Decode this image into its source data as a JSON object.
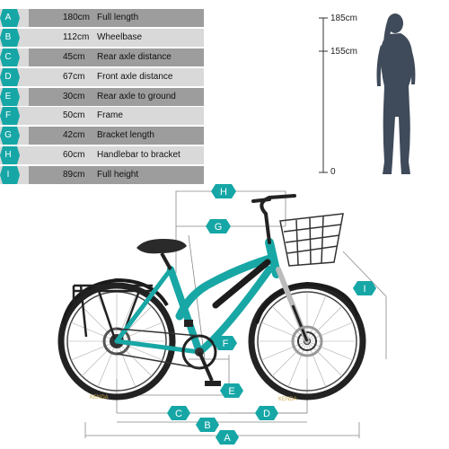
{
  "specs": [
    {
      "letter": "A",
      "value": "180cm",
      "label": "Full length"
    },
    {
      "letter": "B",
      "value": "112cm",
      "label": "Wheelbase"
    },
    {
      "letter": "C",
      "value": "45cm",
      "label": "Rear axle distance"
    },
    {
      "letter": "D",
      "value": "67cm",
      "label": "Front axle distance"
    },
    {
      "letter": "E",
      "value": "30cm",
      "label": "Rear axle to ground"
    },
    {
      "letter": "F",
      "value": "50cm",
      "label": "Frame"
    },
    {
      "letter": "G",
      "value": "42cm",
      "label": "Bracket length"
    },
    {
      "letter": "H",
      "value": "60cm",
      "label": "Handlebar to bracket"
    },
    {
      "letter": "I",
      "value": "89cm",
      "label": "Full height"
    }
  ],
  "height_scale": {
    "top": "185cm",
    "mid": "155cm",
    "bottom": "0"
  },
  "bike": {
    "brand_text": "KENDA"
  },
  "colors": {
    "table_dark": "#9d9d9d",
    "table_light": "#d9d9d9",
    "badge": "#16a6a6",
    "frame": "#18a7a5",
    "silhouette": "#3f4a5a"
  },
  "markers": {
    "A": "A",
    "B": "B",
    "C": "C",
    "D": "D",
    "E": "E",
    "F": "F",
    "G": "G",
    "H": "H",
    "I": "I"
  }
}
